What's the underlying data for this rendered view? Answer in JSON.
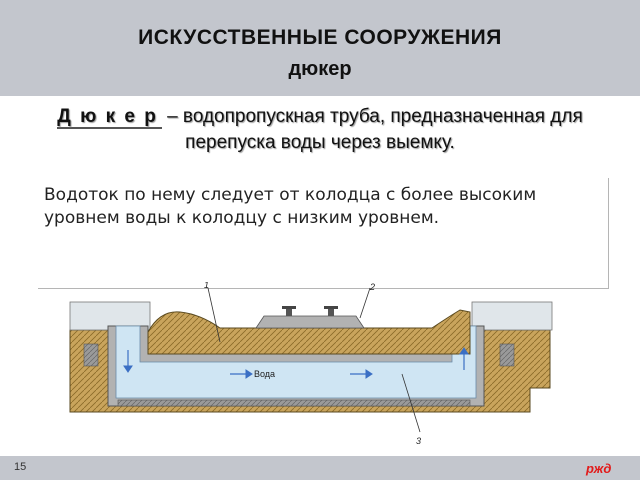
{
  "header": {
    "title": "ИСКУССТВЕННЫЕ СООРУЖЕНИЯ",
    "subtitle": "дюкер"
  },
  "definition": {
    "term": "Д ю к е р",
    "text": " – водопропускная труба, предназначенная для перепуска воды через выемку."
  },
  "popup": {
    "text": "Водоток по нему следует от колодца с более высоким уровнем воды к колодцу с низким уровнем."
  },
  "diagram": {
    "water_label": "Вода",
    "callouts": [
      "1",
      "2",
      "3"
    ],
    "colors": {
      "water": "#cfe5f3",
      "soil": "#c9a45c",
      "concrete": "#b2b2b2",
      "structure": "#8a6a28",
      "arrow": "#3b6fc4"
    }
  },
  "footer": {
    "page_number": "15",
    "logo_text": "РЖД"
  }
}
